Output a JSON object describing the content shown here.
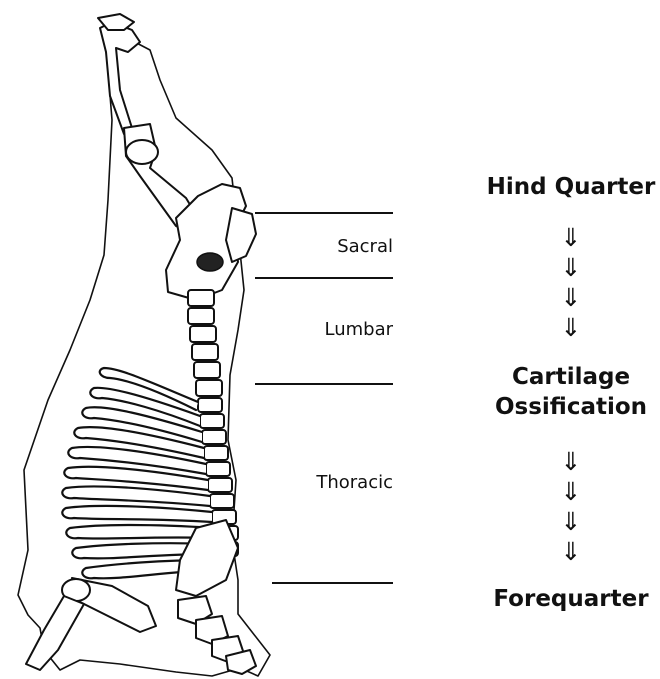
{
  "regions": [
    {
      "label": "Sacral"
    },
    {
      "label": "Lumbar"
    },
    {
      "label": "Thoracic"
    }
  ],
  "stages": {
    "top": "Hind Quarter",
    "middle_line1": "Cartilage",
    "middle_line2": "Ossification",
    "bottom": "Forequarter"
  },
  "arrow_glyph": "⇓",
  "colors": {
    "ink": "#111111",
    "background": "#ffffff"
  },
  "icons": [
    "carcass-skeleton-illustration",
    "double-down-arrow-icon"
  ]
}
